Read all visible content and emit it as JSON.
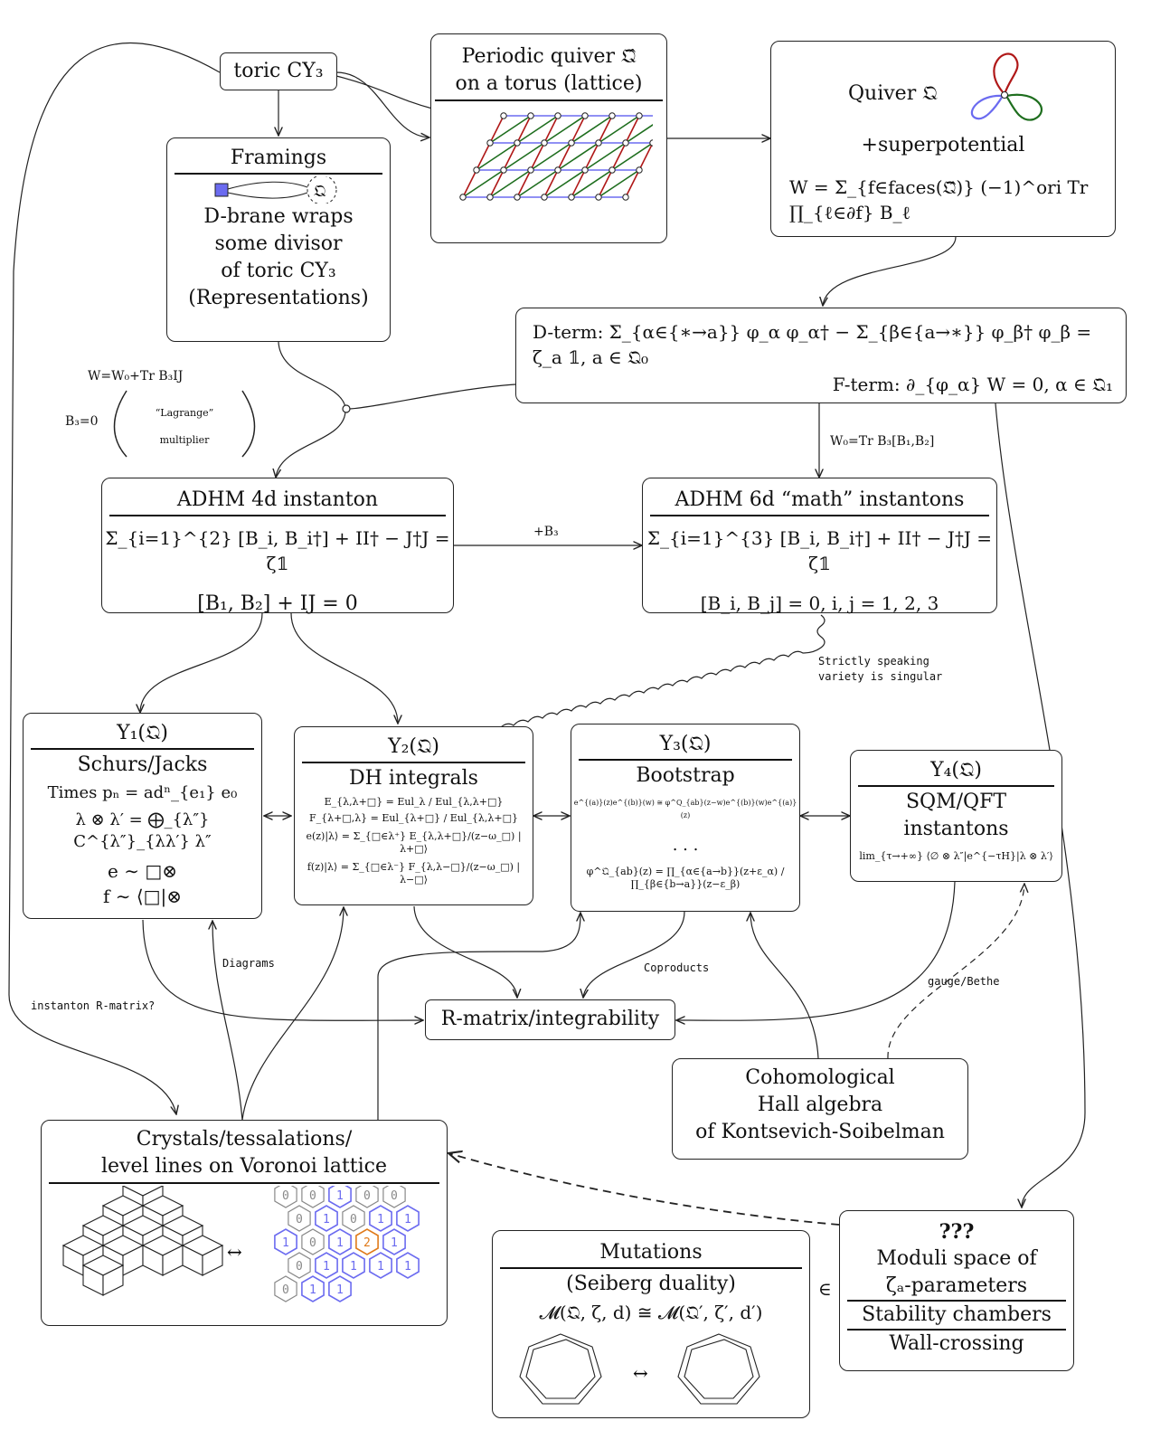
{
  "toric": "toric CY₃",
  "periodic": {
    "line1": "Periodic quiver 𝔔̂",
    "line2": "on a torus (lattice)"
  },
  "quiver": {
    "label": "Quiver 𝔔",
    "superpot": "+superpotential",
    "W": "W = Σ_{f∈faces(𝔔̂)} (−1)^ori Tr ∏_{ℓ∈∂f} B_ℓ"
  },
  "framings": {
    "title": "Framings",
    "node": "𝔔",
    "l1": "D-brane wraps",
    "l2": "some divisor",
    "l3": "of toric CY₃",
    "l4": "(Representations)"
  },
  "terms": {
    "dterm": "D-term:  Σ_{α∈{∗→a}} φ_α φ_α† − Σ_{β∈{a→∗}} φ_β† φ_β = ζ_a 𝟙,  a ∈ 𝔔₀",
    "fterm": "F-term: ∂_{φ_α} W = 0,  α ∈ 𝔔₁"
  },
  "lagrange": {
    "w": "W=W₀+Tr B₃IJ",
    "b3": "B₃=0",
    "q1": "“Lagrange”",
    "q2": "multiplier"
  },
  "w0": "W₀=Tr B₃[B₁,B₂]",
  "adhm4": {
    "title": "ADHM 4d instanton",
    "eq1": "Σ_{i=1}^{2} [B_i, B_i†] + II† − J†J = ζ𝟙",
    "eq2": "[B₁, B₂] + IJ = 0"
  },
  "adhm6": {
    "title": "ADHM 6d “math” instantons",
    "eq1": "Σ_{i=1}^{3} [B_i, B_i†] + II† − J†J = ζ𝟙",
    "eq2": "[B_i, B_j] = 0,  i, j = 1, 2, 3"
  },
  "plusB3": "+B₃",
  "strictly": {
    "l1": "Strictly speaking",
    "l2": "variety is singular"
  },
  "y1": {
    "title": "Y₁(𝔔)",
    "l1": "Schurs/Jacks",
    "l2": "Times pₙ = adⁿ_{e₁} e₀",
    "l3": "λ ⊗ λ′ = ⨁_{λ″} C^{λ″}_{λλ′} λ″",
    "l4": "e ∼ □⊗",
    "l5": "f ∼ ⟨□|⊗"
  },
  "y2": {
    "title": "Y₂(𝔔)",
    "l1": "DH integrals",
    "e1": "E_{λ,λ+□} = Eul_λ / Eul_{λ,λ+□}",
    "e2": "F_{λ+□,λ} = Eul_{λ+□} / Eul_{λ,λ+□}",
    "e3": "e(z)|λ⟩ = Σ_{□∈λ⁺} E_{λ,λ+□}/(z−ω_□) |λ+□⟩",
    "e4": "f(z)|λ⟩ = Σ_{□∈λ⁻} F_{λ,λ−□}/(z−ω_□) |λ−□⟩"
  },
  "y3": {
    "title": "Y₃(𝔔)",
    "l1": "Bootstrap",
    "e1": "e^{(a)}(z)e^{(b)}(w) ≅ φ^Q_{ab}(z−w)e^{(b)}(w)e^{(a)}(z)",
    "dots": ". . .",
    "e2": "φ^𝔔_{ab}(z) = ∏_{α∈{a→b}}(z+ε_α) / ∏_{β∈{b→a}}(z−ε_β)"
  },
  "y4": {
    "title": "Y₄(𝔔)",
    "l1": "SQM/QFT",
    "l2": "instantons",
    "e1": "lim_{τ→+∞} ⟨∅ ⊗ λ″|e^{−τH}|λ ⊗ λ′⟩"
  },
  "diagrams": "Diagrams",
  "coproducts": "Coproducts",
  "instR": "instanton R-matrix?",
  "gauge": "gauge/Bethe",
  "rmatrix": "R-matrix/integrability",
  "coh": {
    "l1": "Cohomological",
    "l2": "Hall algebra",
    "l3": "of Kontsevich-Soibelman"
  },
  "crystals": {
    "l1": "Crystals/tessalations/",
    "l2": "level lines on Voronoi lattice",
    "arrow": "↔"
  },
  "hexnums": [
    "0",
    "0",
    "1",
    "0",
    "0",
    "0",
    "1",
    "0",
    "1",
    "1",
    "1",
    "0",
    "1",
    "2",
    "1",
    "0",
    "1",
    "1",
    "1",
    "1",
    "0",
    "1",
    "1"
  ],
  "mutations": {
    "title": "Mutations",
    "l1": "(Seiberg duality)",
    "l2": "𝓜(𝔔, ζ, d) ≅ 𝓜(𝔔′, ζ′, d′)",
    "arrow": "↔"
  },
  "moduli": {
    "q": "???",
    "l1": "Moduli space of",
    "l2": "ζₐ-parameters",
    "l3": "Stability chambers",
    "l4": "Wall-crossing"
  },
  "elem": "∈",
  "colors": {
    "red": "#b01818",
    "green": "#1e6e1e",
    "blue": "#6b6bf0",
    "orange": "#e07a1a",
    "grey": "#888888"
  }
}
